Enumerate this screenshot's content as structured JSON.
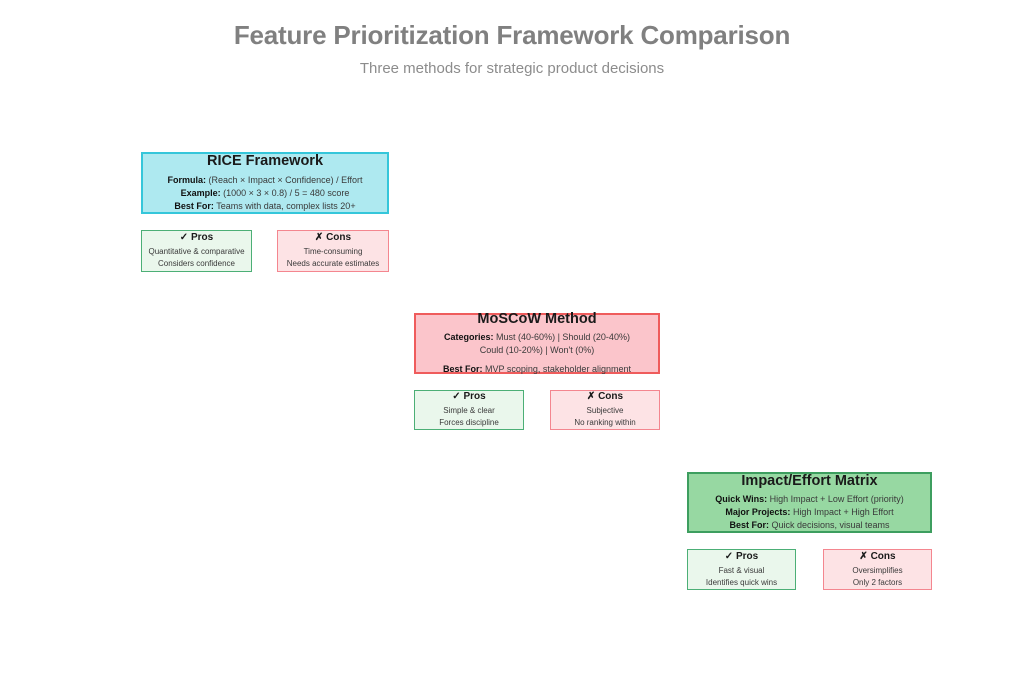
{
  "header": {
    "title": "Feature Prioritization Framework Comparison",
    "subtitle": "Three methods for strategic product decisions"
  },
  "labels": {
    "pros_head": "✓ Pros",
    "cons_head": "✗ Cons",
    "pros_icon": "check-icon",
    "cons_icon": "cross-icon"
  },
  "colors": {
    "title": "#808080",
    "subtitle": "#8c8c8c",
    "background": "#ffffff",
    "rice_fill": "#aee9f0",
    "rice_border": "#35c6da",
    "moscow_fill": "#fbc5cb",
    "moscow_border": "#ef5c5c",
    "impact_fill": "#97d8a2",
    "impact_border": "#3d9e5f",
    "pros_fill": "#eaf7ec",
    "pros_border": "#4caf76",
    "cons_fill": "#fde3e5",
    "cons_border": "#f4868f"
  },
  "frameworks": [
    {
      "id": "rice",
      "name": "RICE Framework",
      "fill": "#aee9f0",
      "border": "#35c6da",
      "lines": [
        {
          "label": "Formula:",
          "text": " (Reach × Impact × Confidence) / Effort",
          "spaced": false
        },
        {
          "label": "Example:",
          "text": " (1000 × 3 × 0.8) / 5 = 480 score",
          "spaced": false
        },
        {
          "label": "Best For:",
          "text": " Teams with data, complex lists 20+",
          "spaced": false
        }
      ],
      "pros": [
        "Quantitative & comparative",
        "Considers confidence"
      ],
      "cons": [
        "Time-consuming",
        "Needs accurate estimates"
      ]
    },
    {
      "id": "moscow",
      "name": "MoSCoW Method",
      "fill": "#fbc5cb",
      "border": "#ef5c5c",
      "lines": [
        {
          "label": "Categories:",
          "text": " Must (40-60%) | Should (20-40%)",
          "spaced": false
        },
        {
          "label": "",
          "text": "Could (10-20%) | Won't (0%)",
          "spaced": false
        },
        {
          "label": "Best For:",
          "text": " MVP scoping, stakeholder alignment",
          "spaced": true
        }
      ],
      "pros": [
        "Simple & clear",
        "Forces discipline"
      ],
      "cons": [
        "Subjective",
        "No ranking within"
      ]
    },
    {
      "id": "impact-effort",
      "name": "Impact/Effort Matrix",
      "fill": "#97d8a2",
      "border": "#3d9e5f",
      "lines": [
        {
          "label": "Quick Wins:",
          "text": " High Impact + Low Effort (priority)",
          "spaced": false
        },
        {
          "label": "Major Projects:",
          "text": " High Impact + High Effort",
          "spaced": false
        },
        {
          "label": "Best For:",
          "text": " Quick decisions, visual teams",
          "spaced": false
        }
      ],
      "pros": [
        "Fast & visual",
        "Identifies quick wins"
      ],
      "cons": [
        "Oversimplifies",
        "Only 2 factors"
      ]
    }
  ]
}
